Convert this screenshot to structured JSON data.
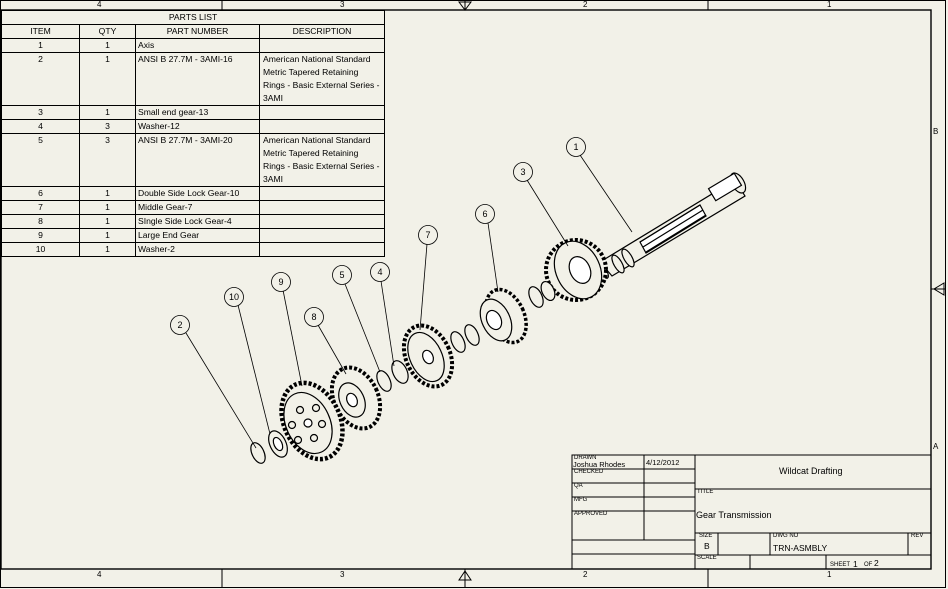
{
  "zones": {
    "top": [
      "4",
      "3",
      "2",
      "1"
    ],
    "bottom": [
      "4",
      "3",
      "2",
      "1"
    ],
    "right": [
      "B",
      "A"
    ]
  },
  "parts_list": {
    "title": "PARTS LIST",
    "headers": [
      "ITEM",
      "QTY",
      "PART NUMBER",
      "DESCRIPTION"
    ],
    "rows": [
      {
        "item": "1",
        "qty": "1",
        "part": "Axis",
        "desc": ""
      },
      {
        "item": "2",
        "qty": "1",
        "part": "ANSI B 27.7M - 3AMI-16",
        "desc": "American National Standard Metric Tapered Retaining Rings - Basic External Series - 3AMI"
      },
      {
        "item": "3",
        "qty": "1",
        "part": "Small end gear-13",
        "desc": ""
      },
      {
        "item": "4",
        "qty": "3",
        "part": "Washer-12",
        "desc": ""
      },
      {
        "item": "5",
        "qty": "3",
        "part": "ANSI B 27.7M - 3AMI-20",
        "desc": "American National Standard Metric Tapered Retaining Rings - Basic External Series - 3AMI"
      },
      {
        "item": "6",
        "qty": "1",
        "part": "Double Side Lock Gear-10",
        "desc": ""
      },
      {
        "item": "7",
        "qty": "1",
        "part": "Middle Gear-7",
        "desc": ""
      },
      {
        "item": "8",
        "qty": "1",
        "part": "SIngle Side Lock Gear-4",
        "desc": ""
      },
      {
        "item": "9",
        "qty": "1",
        "part": "Large End Gear",
        "desc": ""
      },
      {
        "item": "10",
        "qty": "1",
        "part": "Washer-2",
        "desc": ""
      }
    ]
  },
  "balloons": [
    "1",
    "2",
    "3",
    "4",
    "5",
    "6",
    "7",
    "8",
    "9",
    "10"
  ],
  "title_block": {
    "drawn_label": "DRAWN",
    "drawn_by": "Joshua Rhodes",
    "drawn_date": "4/12/2012",
    "checked_label": "CHECKED",
    "qa_label": "QA",
    "mfg_label": "MFG",
    "approved_label": "APPROVED",
    "company": "Wildcat Drafting",
    "title_label": "TITLE",
    "title": "Gear Transmission",
    "size_label": "SIZE",
    "size": "B",
    "dwg_label": "DWG NO",
    "dwg_no": "TRN-ASMBLY",
    "rev_label": "REV",
    "scale_label": "SCALE",
    "sheet_label": "SHEET",
    "sheet_num": "1",
    "of_label": "OF",
    "sheet_total": "2"
  },
  "colors": {
    "paper": "#f2f1e8",
    "line": "#000000"
  }
}
